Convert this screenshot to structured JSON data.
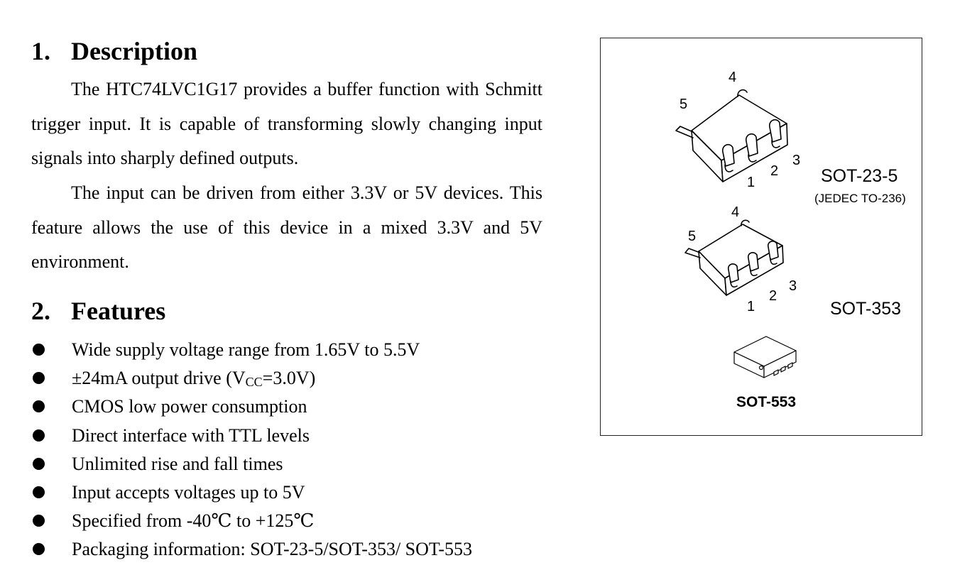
{
  "description": {
    "number": "1.",
    "title": "Description",
    "paragraph1": "The HTC74LVC1G17 provides a buffer function with Schmitt trigger input. It is capable of transforming slowly changing input signals into sharply defined outputs.",
    "paragraph2": "The input can be driven from either 3.3V or 5V devices. This feature allows the use of this device in a mixed 3.3V and 5V environment."
  },
  "features": {
    "number": "2.",
    "title": "Features",
    "items": [
      {
        "text": "Wide supply voltage range from 1.65V to 5.5V"
      },
      {
        "prefix": "±24mA output drive (V",
        "sub": "CC",
        "suffix": "=3.0V)"
      },
      {
        "text": "CMOS low power consumption"
      },
      {
        "text": "Direct interface with TTL levels"
      },
      {
        "text": "Unlimited rise and fall times"
      },
      {
        "text": "Input accepts voltages up to 5V"
      },
      {
        "text": "Specified from -40℃ to +125℃"
      },
      {
        "text": "Packaging information: SOT-23-5/SOT-353/ SOT-553"
      }
    ]
  },
  "packages": {
    "sot23_5": {
      "label": "SOT-23-5",
      "note": "(JEDEC TO-236)",
      "pins": [
        "1",
        "2",
        "3",
        "4",
        "5"
      ]
    },
    "sot353": {
      "label": "SOT-353",
      "pins": [
        "1",
        "2",
        "3",
        "4",
        "5"
      ]
    },
    "sot553": {
      "label": "SOT-553"
    }
  }
}
